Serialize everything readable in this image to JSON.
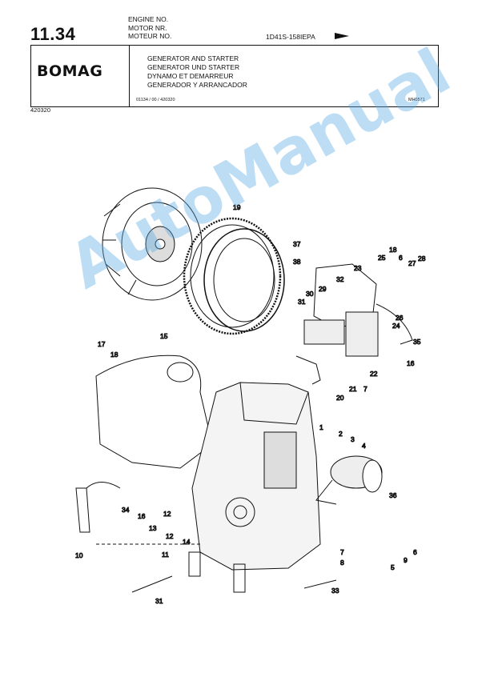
{
  "header": {
    "section_number": "11.34",
    "engine_labels": [
      "ENGINE NO.",
      "MOTOR  NR.",
      "MOTEUR NO."
    ],
    "engine_code": "1D41S-158IEPA",
    "brand": "BOMAG",
    "titles": [
      "GENERATOR AND STARTER",
      "GENERATOR UND STARTER",
      "DYNAMO ET DEMARREUR",
      "GENERADOR Y ARRANCADOR"
    ],
    "reference": "01134 / 00 / 420320",
    "drawing_id": "MH0571",
    "document_number": "420320"
  },
  "watermark": "AutoManual",
  "callouts": [
    "19",
    "37",
    "38",
    "18",
    "6",
    "27",
    "28",
    "25",
    "23",
    "32",
    "29",
    "30",
    "31",
    "26",
    "24",
    "35",
    "17",
    "18",
    "15",
    "22",
    "16",
    "21",
    "7",
    "20",
    "1",
    "2",
    "3",
    "4",
    "36",
    "34",
    "16",
    "12",
    "13",
    "12",
    "14",
    "11",
    "10",
    "7",
    "8",
    "5",
    "9",
    "6",
    "33",
    "31"
  ]
}
